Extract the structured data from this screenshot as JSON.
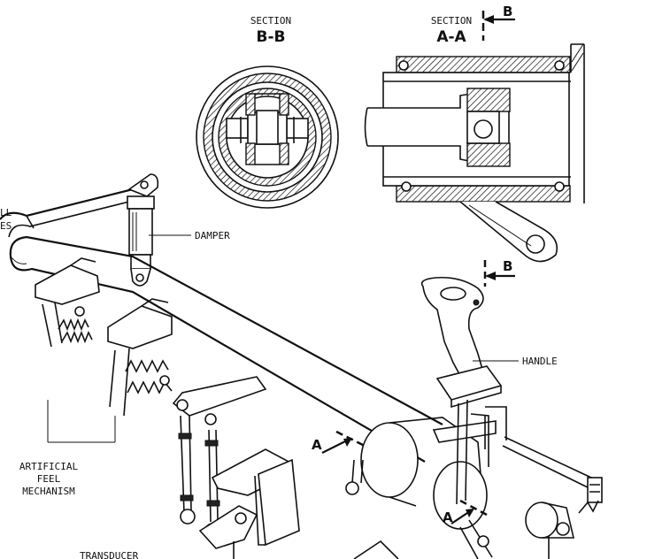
{
  "labels": {
    "section_b_caption": "SECTION",
    "section_b_title": "B-B",
    "section_a_caption": "SECTION",
    "section_a_title": "A-A",
    "cut_b_top": "B",
    "cut_b_lower": "B",
    "cut_a_left": "A",
    "cut_a_right": "A",
    "damper": "DAMPER",
    "handle": "HANDLE",
    "clipped_line_1": "",
    "clipped_line_2": "LL",
    "clipped_line_3": "ES",
    "artificial_feel_1": "ARTIFICIAL",
    "artificial_feel_2": "FEEL",
    "artificial_feel_3": "MECHANISM",
    "transducer": "TRANSDUCER"
  }
}
